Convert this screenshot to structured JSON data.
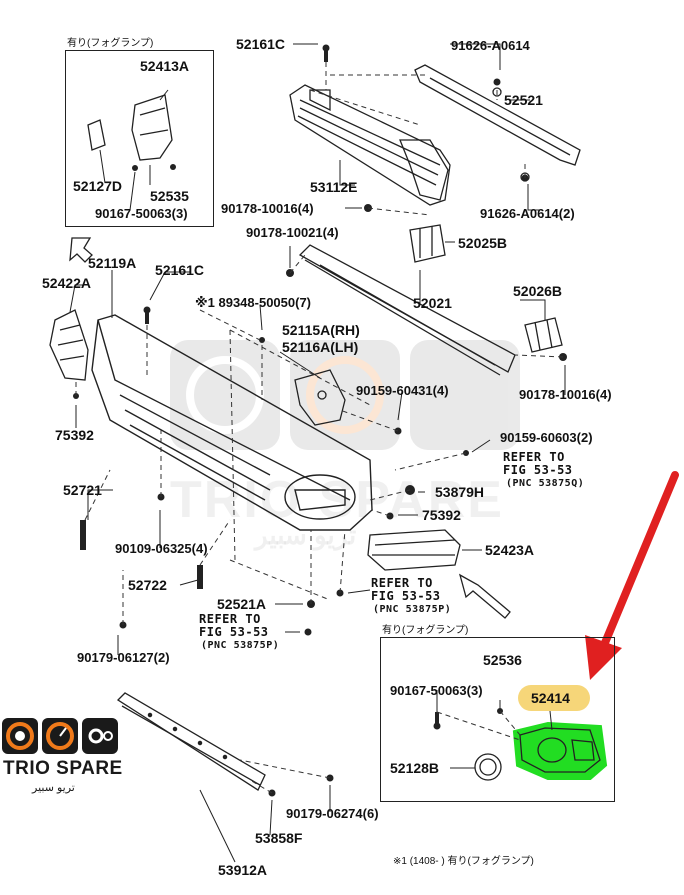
{
  "labels": {
    "p52161c_top": "52161C",
    "p91626_a0614": "91626-A0614",
    "p52521": "52521",
    "p52413a": "52413A",
    "p52127d": "52127D",
    "p52535": "52535",
    "p90167_box": "90167-50063(3)",
    "p53112e": "53112E",
    "p90178_10016_top": "90178-10016(4)",
    "p91626_a0614_2": "91626-A0614(2)",
    "p90178_10021": "90178-10021(4)",
    "p52025b": "52025B",
    "p52119a": "52119A",
    "p52161c_mid": "52161C",
    "p52422a": "52422A",
    "p89348": "※1  89348-50050(7)",
    "p52021": "52021",
    "p52026b": "52026B",
    "p52115a": "52115A(RH)",
    "p52116a": "52116A(LH)",
    "p90159_60431": "90159-60431(4)",
    "p90178_10016_right": "90178-10016(4)",
    "p75392_left": "75392",
    "p90159_60603": "90159-60603(2)",
    "p52721": "52721",
    "p53879h": "53879H",
    "p75392_mid": "75392",
    "p90109": "90109-06325(4)",
    "p52423a": "52423A",
    "p52722": "52722",
    "p52521a": "52521A",
    "p90179_06127": "90179-06127(2)",
    "p52536": "52536",
    "p90167_bottom": "90167-50063(3)",
    "p52414": "52414",
    "p52128b": "52128B",
    "p90179_06274": "90179-06274(6)",
    "p53858f": "53858F",
    "p53912a": "53912A"
  },
  "refs": {
    "ref1_l1": "REFER TO",
    "ref1_l2": "FIG 53-53",
    "ref1_l3": "(PNC 53875Q)",
    "ref2_l1": "REFER TO",
    "ref2_l2": "FIG 53-53",
    "ref2_l3": "(PNC 53875P)",
    "ref3_l1": "REFER TO",
    "ref3_l2": "FIG 53-53",
    "ref3_l3": "(PNC 53875P)"
  },
  "notes": {
    "top_box_title": "有り(フォグランプ)",
    "bottom_box_title": "有り(フォグランプ)",
    "footnote": "※1 (1408-      ) 有り(フォグランプ)"
  },
  "logo": {
    "brand": "TRIO SPARE",
    "brand_ar": "تريو سبير"
  },
  "colors": {
    "highlight_pill": "#f6d679",
    "highlight_part": "#22dd22",
    "arrow": "#e02020",
    "logo_orange": "#f07a1a",
    "logo_dark": "#1a1a1a"
  }
}
